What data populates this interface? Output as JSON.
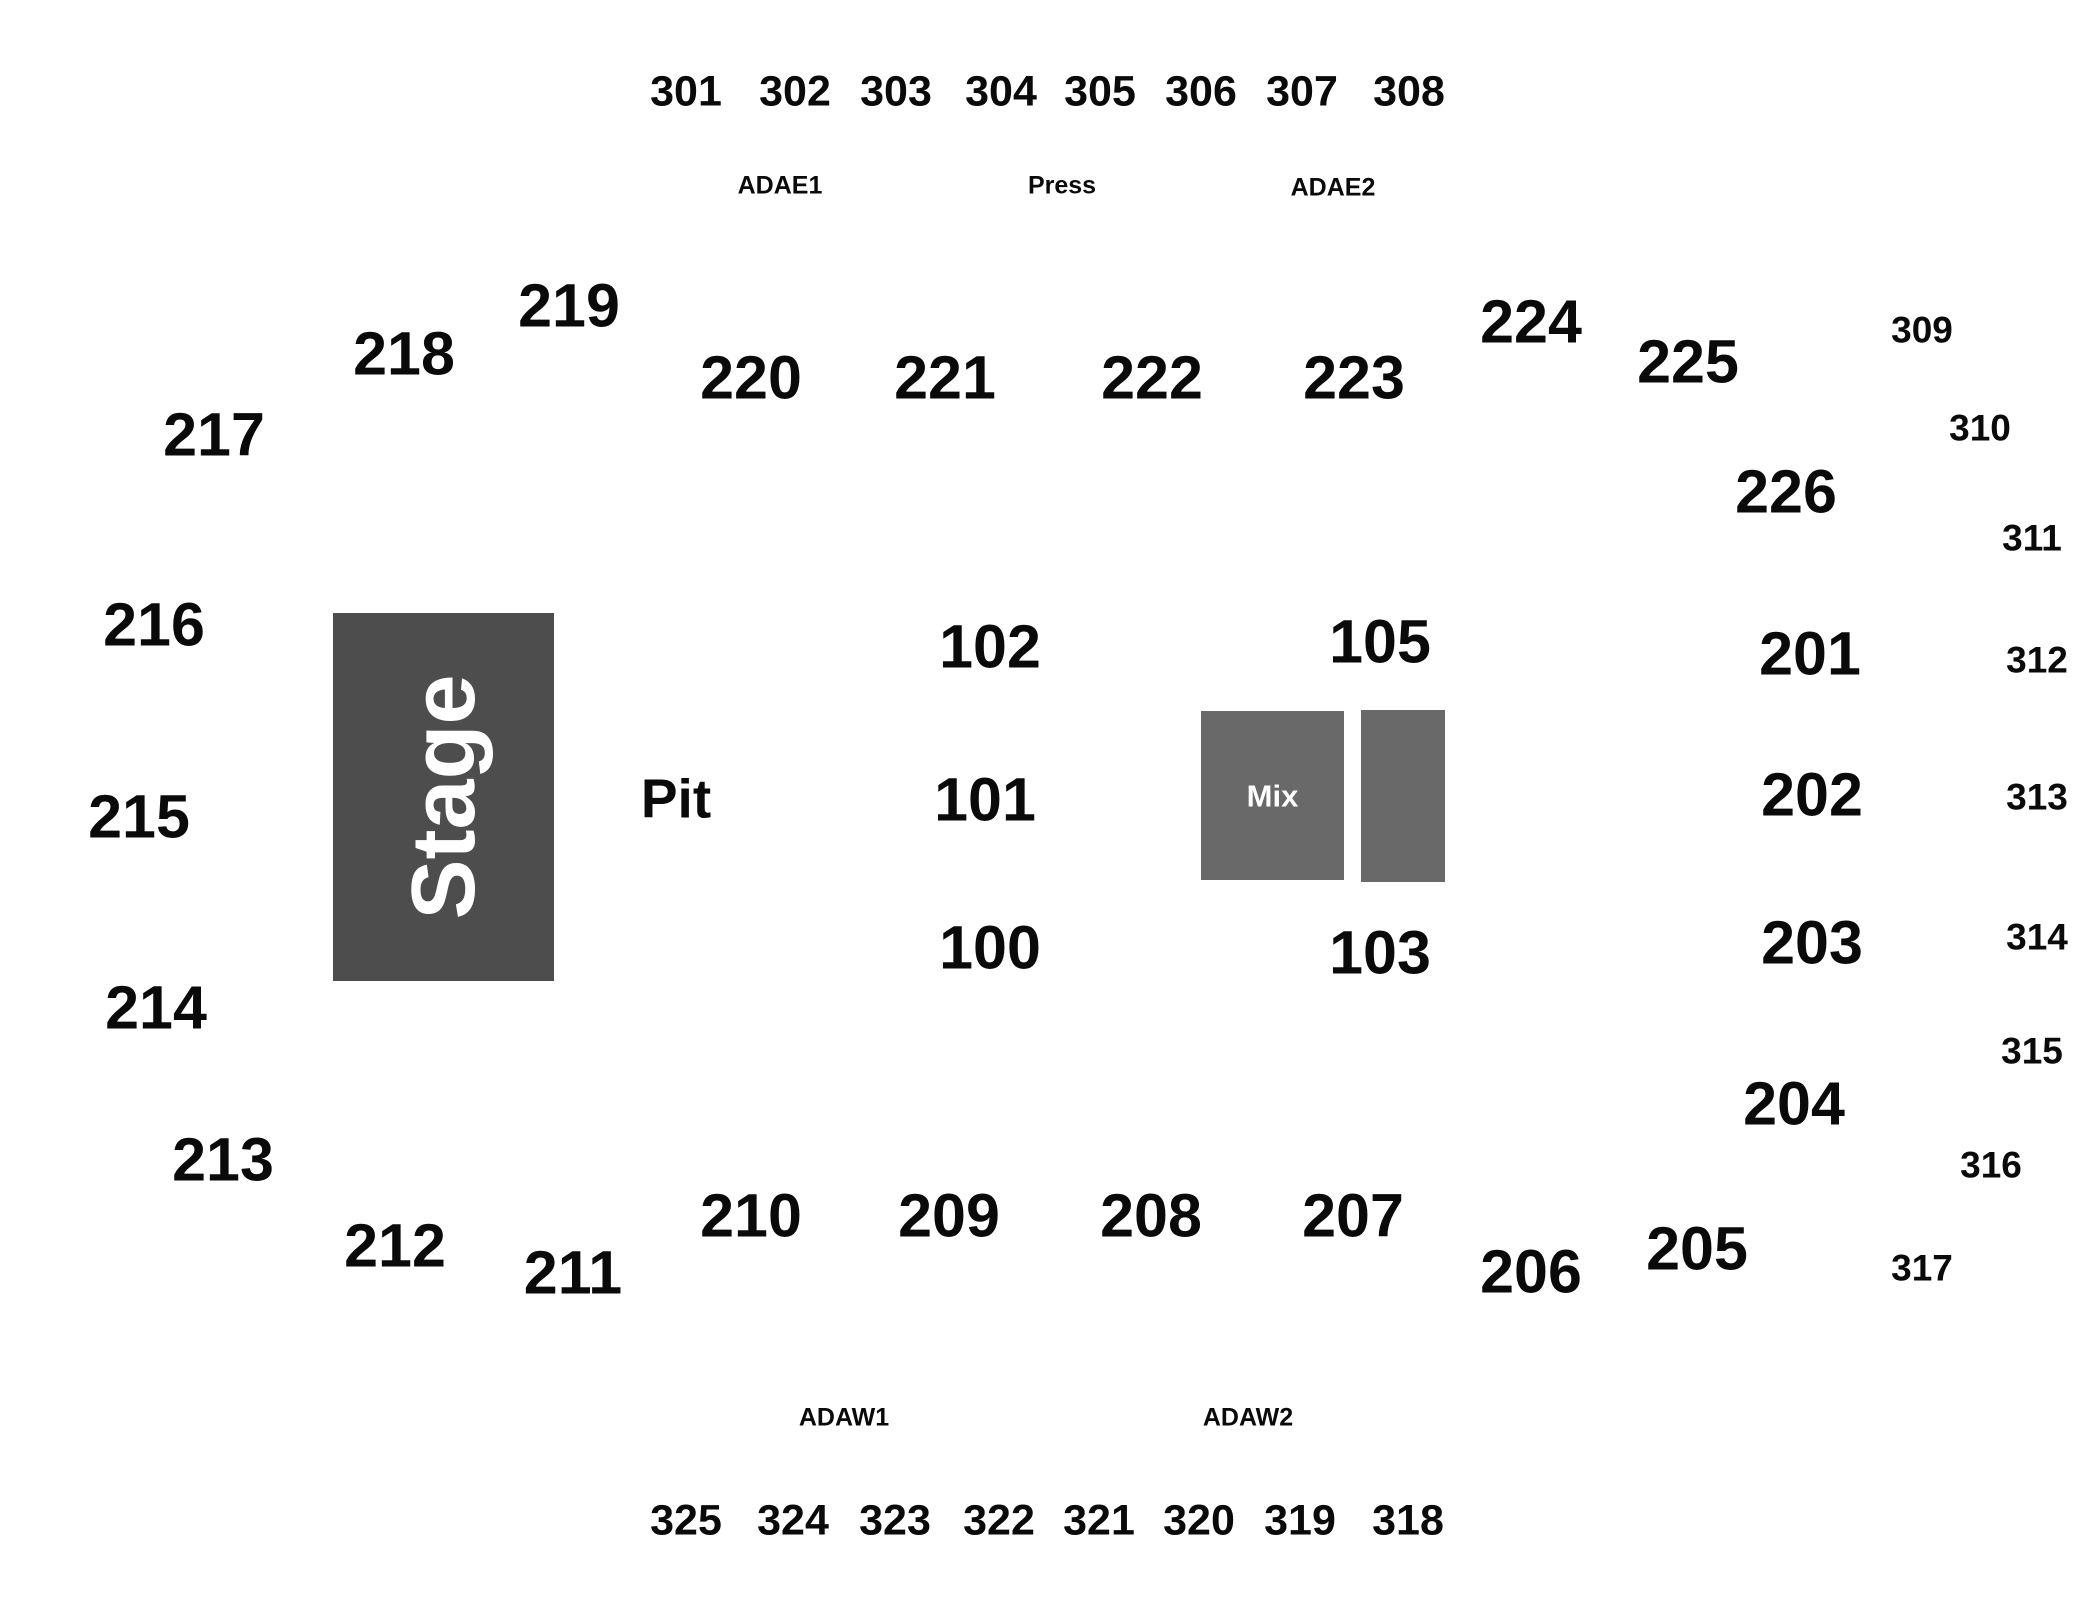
{
  "venue_map": {
    "stage_label": "Stage",
    "pit_label": "Pit",
    "mix_label": "Mix",
    "colors": {
      "stage": "#4d4d4d",
      "mix": "#696969",
      "text": "#0a0a0a",
      "background": "#ffffff"
    }
  },
  "sections": {
    "s301": "301",
    "s302": "302",
    "s303": "303",
    "s304": "304",
    "s305": "305",
    "s306": "306",
    "s307": "307",
    "s308": "308",
    "adae1": "ADAE1",
    "press": "Press",
    "adae2": "ADAE2",
    "s219": "219",
    "s218": "218",
    "s217": "217",
    "s220": "220",
    "s221": "221",
    "s222": "222",
    "s223": "223",
    "s224": "224",
    "s225": "225",
    "s226": "226",
    "s309": "309",
    "s310": "310",
    "s311": "311",
    "s312": "312",
    "s313": "313",
    "s314": "314",
    "s315": "315",
    "s316": "316",
    "s317": "317",
    "s216": "216",
    "s215": "215",
    "s214": "214",
    "s213": "213",
    "s212": "212",
    "s211": "211",
    "s102": "102",
    "s101": "101",
    "s100": "100",
    "s105": "105",
    "s103": "103",
    "s201": "201",
    "s202": "202",
    "s203": "203",
    "s204": "204",
    "s205": "205",
    "s206": "206",
    "s210": "210",
    "s209": "209",
    "s208": "208",
    "s207": "207",
    "adaw1": "ADAW1",
    "adaw2": "ADAW2",
    "s325": "325",
    "s324": "324",
    "s323": "323",
    "s322": "322",
    "s321": "321",
    "s320": "320",
    "s319": "319",
    "s318": "318"
  }
}
